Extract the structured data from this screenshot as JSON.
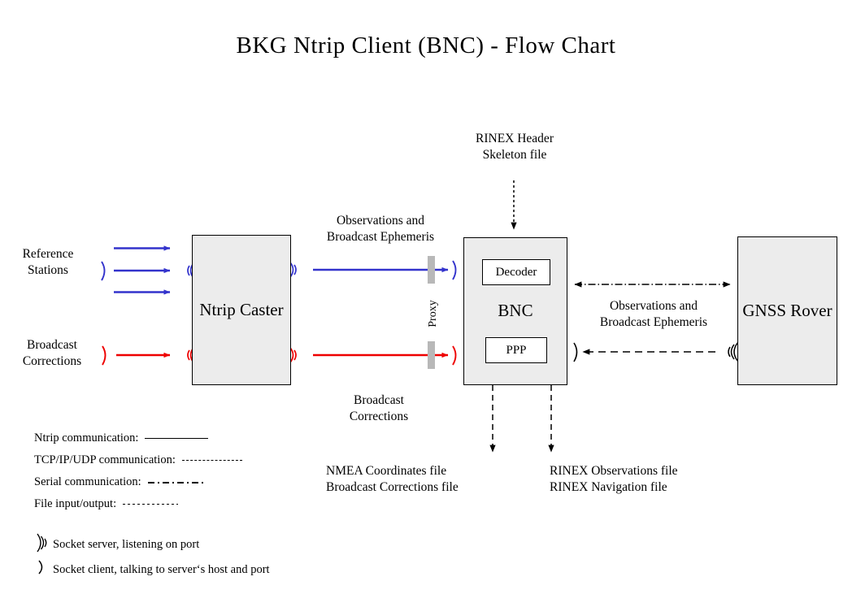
{
  "title": "BKG Ntrip Client (BNC)  -  Flow Chart",
  "nodes": {
    "ntrip_caster": "Ntrip\nCaster",
    "bnc": "BNC",
    "bnc_decoder": "Decoder",
    "bnc_ppp": "PPP",
    "gnss_rover": "GNSS\nRover"
  },
  "labels": {
    "reference_stations": "Reference\nStations",
    "broadcast_corrections_in": "Broadcast\nCorrections",
    "observations_ephemeris_caster": "Observations and\nBroadcast Ephemeris",
    "broadcast_corrections_caster": "Broadcast\nCorrections",
    "rinex_header_skeleton": "RINEX Header\nSkeleton file",
    "observations_ephemeris_rover": "Observations and\nBroadcast Ephemeris",
    "proxy": "Proxy",
    "nmea_output": "NMEA Coordinates file\nBroadcast Corrections file",
    "rinex_output": "RINEX Observations file\nRINEX Navigation file"
  },
  "legend": {
    "lines": [
      {
        "text": "Ntrip communication:",
        "style": "solid"
      },
      {
        "text": "TCP/IP/UDP communication:",
        "style": "dashed"
      },
      {
        "text": "Serial communication:",
        "style": "dashdot"
      },
      {
        "text": "File input/output:",
        "style": "dotted"
      }
    ],
    "sockets": [
      {
        "icon": "socket-server-icon",
        "text": "Socket server, listening on port"
      },
      {
        "icon": "socket-client-icon",
        "text": "Socket client, talking to server‘s host and port"
      }
    ]
  },
  "colors": {
    "ntrip_blue": "#3333cc",
    "corrections_red": "#ee0000",
    "box_fill": "#ececec",
    "box_stroke": "#000000",
    "proxy_bar": "#b8b8b8",
    "background": "#ffffff"
  }
}
